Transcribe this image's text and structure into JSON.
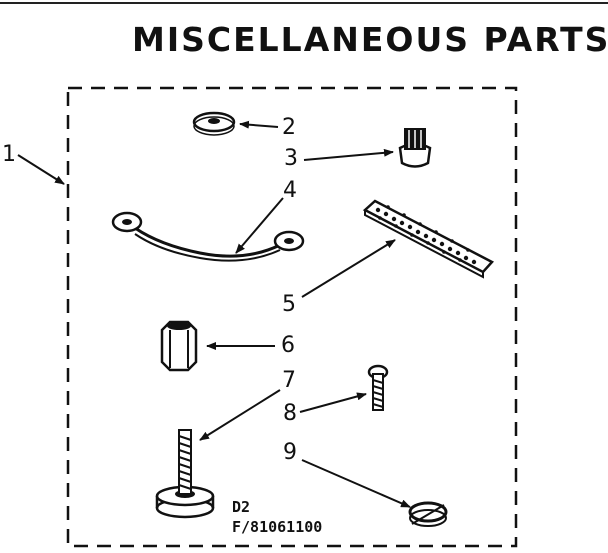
{
  "title": "MISCELLANEOUS PARTS",
  "callouts": {
    "c1": "1",
    "c2": "2",
    "c3": "3",
    "c4": "4",
    "c5": "5",
    "c6": "6",
    "c7": "7",
    "c8": "8",
    "c9": "9"
  },
  "drawing_code": {
    "line1": "D2",
    "line2": "F/81061100"
  },
  "parts": [
    {
      "number": "2",
      "icon": "washer-icon"
    },
    {
      "number": "3",
      "icon": "cap-icon"
    },
    {
      "number": "4",
      "icon": "ground-strap-icon"
    },
    {
      "number": "5",
      "icon": "perforated-strap-icon"
    },
    {
      "number": "6",
      "icon": "hex-spacer-icon"
    },
    {
      "number": "7",
      "icon": "leveling-leg-icon"
    },
    {
      "number": "8",
      "icon": "screw-icon"
    },
    {
      "number": "9",
      "icon": "clip-icon"
    }
  ],
  "colors": {
    "ink": "#111111",
    "paper": "#ffffff"
  }
}
